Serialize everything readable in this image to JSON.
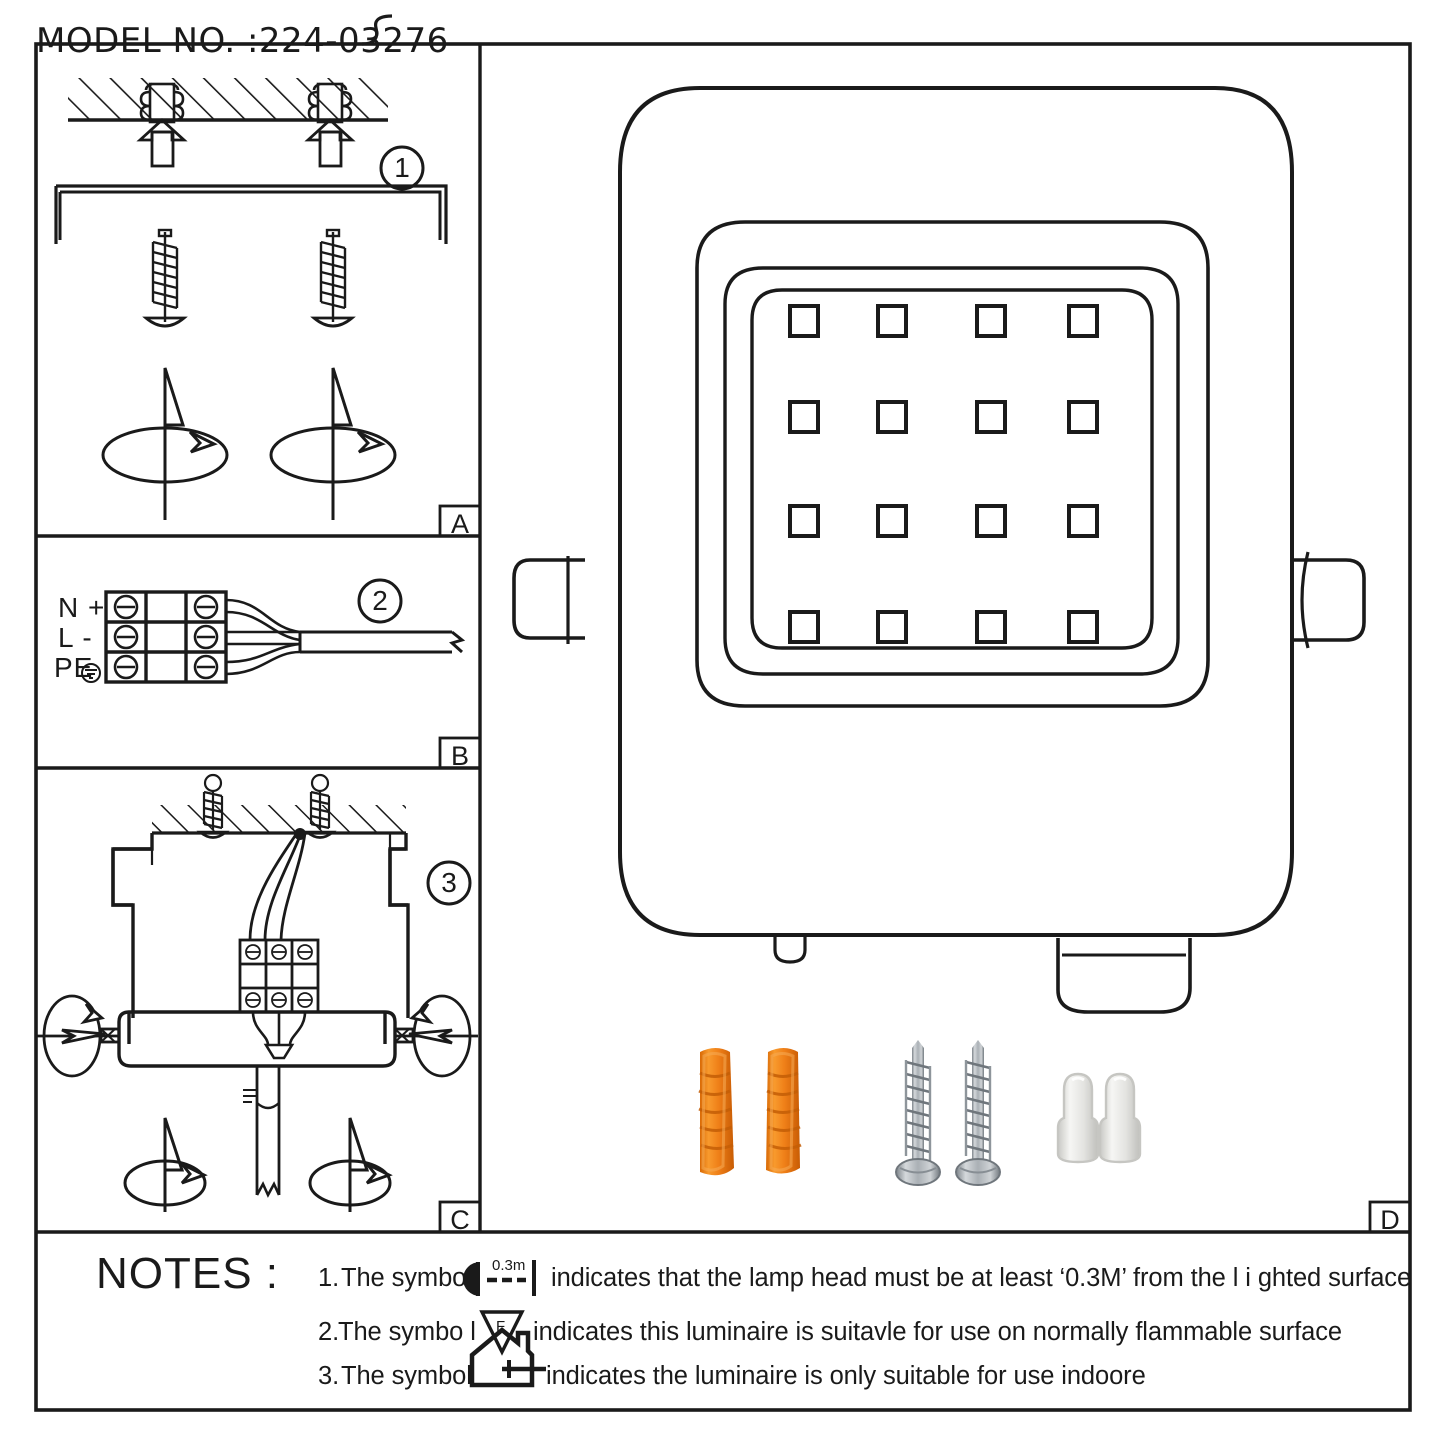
{
  "sheet": {
    "model_label": "MODEL NO. :224-03276"
  },
  "panels": [
    {
      "letter": "A",
      "step": "1",
      "name": "anchor-and-screw-installation"
    },
    {
      "letter": "B",
      "step": "2",
      "name": "terminal-wiring"
    },
    {
      "letter": "C",
      "step": "3",
      "name": "fixture-mounting"
    },
    {
      "letter": "D",
      "step": "",
      "name": "product-and-accessories"
    }
  ],
  "terminal_block": {
    "rows": [
      {
        "label": "N +"
      },
      {
        "label": "L -"
      },
      {
        "label": "PE"
      }
    ],
    "pe_symbol": "⊕"
  },
  "notes": {
    "title": "NOTES :",
    "items": [
      {
        "number": "1.",
        "text_before": "The symbo",
        "symbol": "min-distance-0.3m-icon",
        "symbol_text": "0.3m",
        "text_after": "indicates that the lamp head must be at least ‘0.3M’ from the l i ghted surface"
      },
      {
        "number": "2.",
        "text_before": "The symbo l",
        "symbol": "flammable-surface-f-triangle-icon",
        "symbol_text": "F",
        "text_after": "indicates this luminaire is suitavle for use on normally flammable surface"
      },
      {
        "number": "3.",
        "text_before": "The symbol",
        "symbol": "indoor-use-house-icon",
        "symbol_text": "",
        "text_after": "indicates the luminaire is only suitable for use indoore"
      }
    ]
  },
  "accessories": [
    {
      "name": "wall-anchor",
      "count": 2,
      "color": "#ef7f18"
    },
    {
      "name": "screw",
      "count": 2,
      "color": "#a8adb2"
    },
    {
      "name": "wire-nut",
      "count": 2,
      "color": "#e4e4e2"
    }
  ],
  "product": {
    "name": "led-floodlight",
    "led_grid": {
      "rows": 4,
      "cols": 4,
      "total": 16
    }
  },
  "colors": {
    "line": "#1a1a1a",
    "anchor_orange": "#ef7f18",
    "anchor_orange_dark": "#c45e06",
    "screw_silver": "#a8adb2",
    "screw_silver_dark": "#6f767c",
    "wirenut_white": "#ededeb",
    "wirenut_shadow": "#c6c6c2"
  }
}
